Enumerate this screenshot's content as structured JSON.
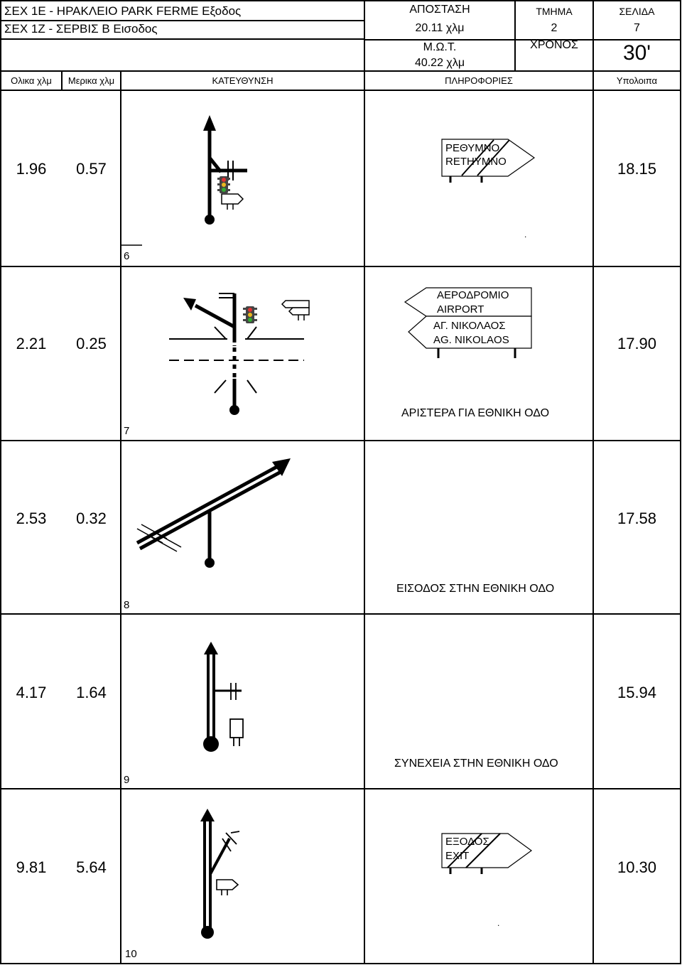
{
  "header": {
    "route_line1": "ΣΕΧ 1Ε - ΗΡΑΚΛΕΙΟ PARK FERME Εξοδος",
    "route_line2": "ΣΕΧ 1Ζ - ΣΕΡΒΙΣ Β Εισοδος",
    "distance_label": "ΑΠΟΣΤΑΣΗ",
    "distance_value": "20.11 χλμ",
    "avg_label": "Μ.Ω.Τ.",
    "avg_value": "40.22 χλμ",
    "section_label": "ΤΜΗΜΑ",
    "section_value": "2",
    "time_label": "ΧΡΟΝΟΣ",
    "page_label": "ΣΕΛΙΔΑ",
    "page_value": "7",
    "time_value": "30'"
  },
  "columns": {
    "total": "Ολικα χλμ",
    "partial": "Μερικα χλμ",
    "direction": "ΚΑΤΕΥΘΥΝΣΗ",
    "info": "ΠΛΗΡΟΦΟΡΙΕΣ",
    "remaining": "Υπολοιπα"
  },
  "rows": [
    {
      "total": "1.96",
      "partial": "0.57",
      "remaining": "18.15",
      "step": "6",
      "sign_lines": [
        "ΡΕΘΥΜΝΟ",
        "RETHYMNO"
      ],
      "note": ".",
      "info": ""
    },
    {
      "total": "2.21",
      "partial": "0.25",
      "remaining": "17.90",
      "step": "7",
      "sign_top": [
        "ΑΕΡΟΔΡΟΜΙΟ",
        "AIRPORT"
      ],
      "sign_bottom": [
        "ΑΓ. ΝΙΚΟΛΑΟΣ",
        "AG. NIKOLAOS"
      ],
      "info": "ΑΡΙΣΤΕΡΑ ΓΙΑ ΕΘΝΙΚΗ ΟΔΟ"
    },
    {
      "total": "2.53",
      "partial": "0.32",
      "remaining": "17.58",
      "step": "8",
      "info": "ΕΙΣΟΔΟΣ ΣΤΗΝ ΕΘΝΙΚΗ ΟΔΟ"
    },
    {
      "total": "4.17",
      "partial": "1.64",
      "remaining": "15.94",
      "step": "9",
      "info": "ΣΥΝΕΧΕΙΑ ΣΤΗΝ ΕΘΝΙΚΗ ΟΔΟ"
    },
    {
      "total": "9.81",
      "partial": "5.64",
      "remaining": "10.30",
      "step": "10",
      "sign_lines": [
        "ΕΞΟΔΟΣ",
        "EXIT"
      ],
      "note": ".",
      "info": ""
    }
  ]
}
